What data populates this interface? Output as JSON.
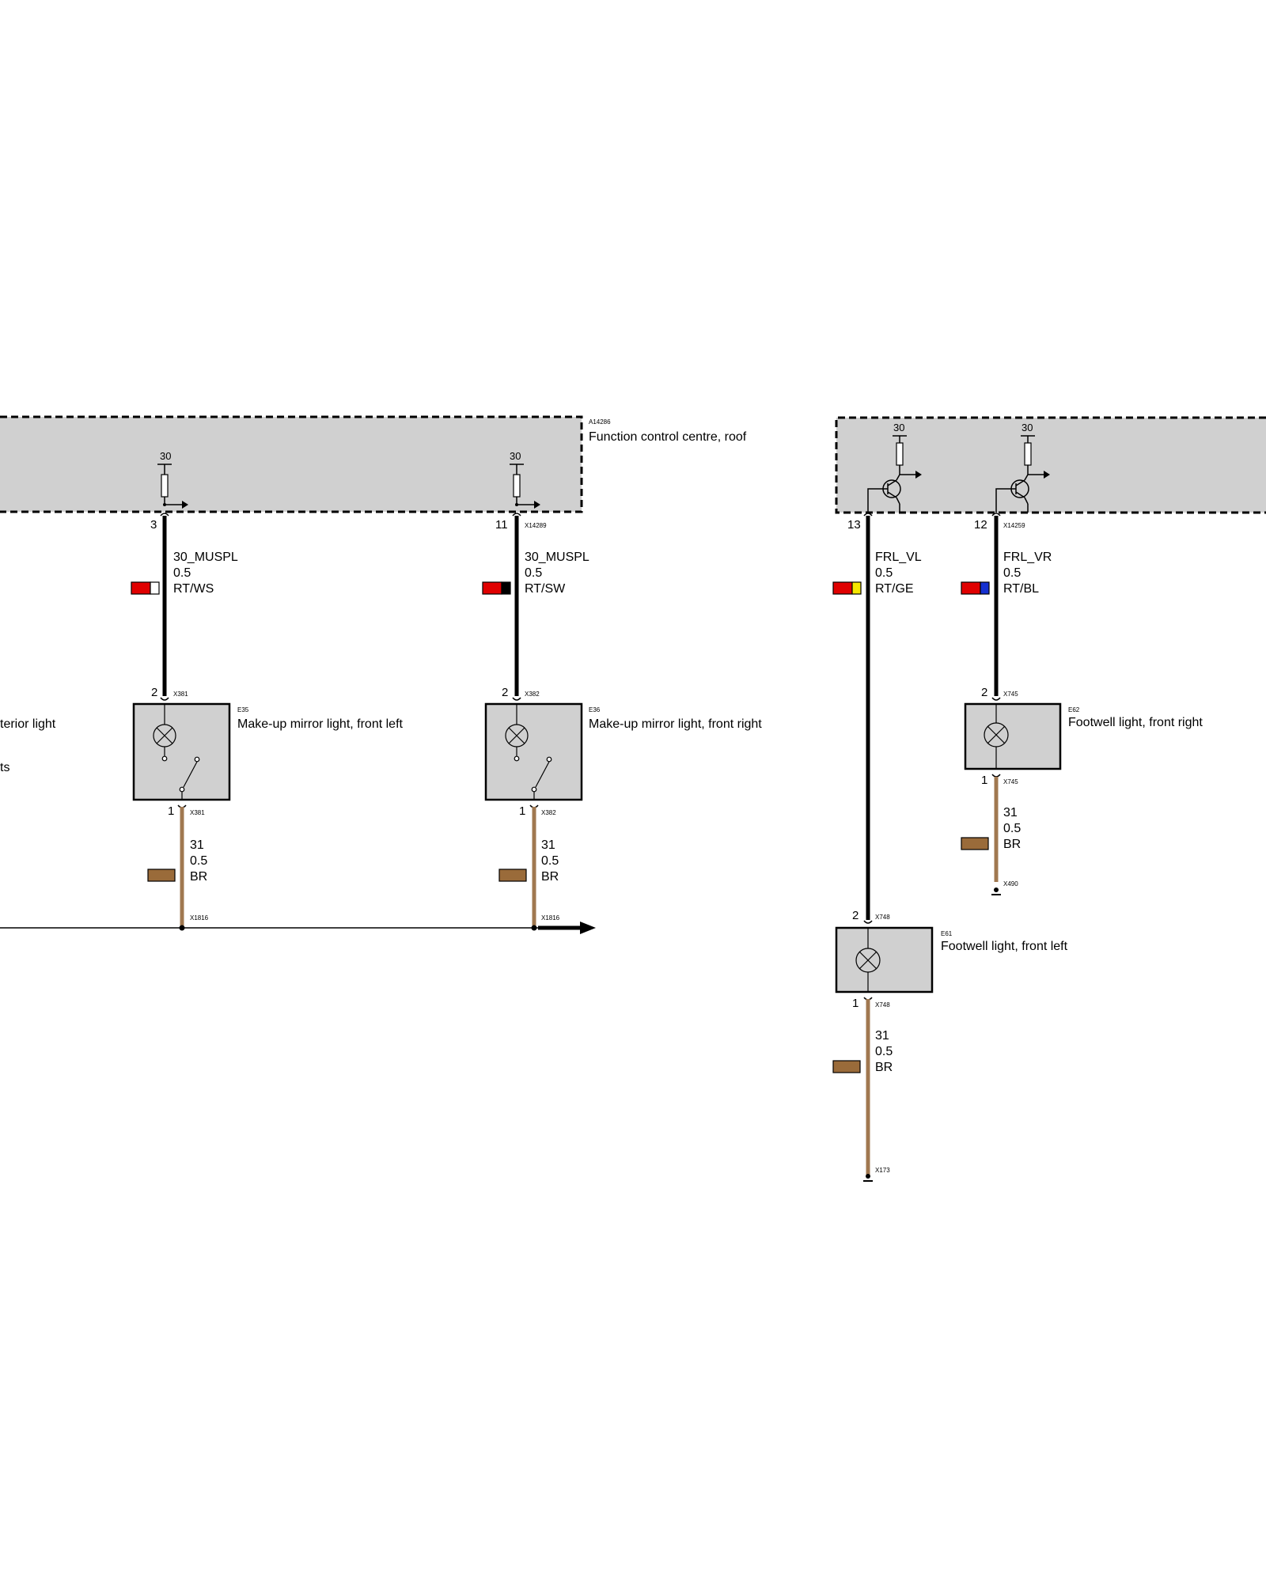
{
  "module_left": {
    "id": "A14286",
    "title": "Function control centre, roof",
    "supply_a": "30",
    "supply_b": "30"
  },
  "module_right": {
    "supply_a": "30",
    "supply_b": "30"
  },
  "partial_labels": {
    "interior": "terior light",
    "lights": "ts"
  },
  "wires": {
    "w1": {
      "pin_top": "3",
      "conn_top": "",
      "signal": "30_MUSPL",
      "gauge": "0.5",
      "color_code": "RT/WS",
      "swatch": [
        "#e00000",
        "#ffffff"
      ]
    },
    "w2": {
      "pin_top": "11",
      "conn_top": "X14289",
      "signal": "30_MUSPL",
      "gauge": "0.5",
      "color_code": "RT/SW",
      "swatch": [
        "#e00000",
        "#000000"
      ]
    },
    "w3": {
      "pin_top": "13",
      "conn_top": "",
      "signal": "FRL_VL",
      "gauge": "0.5",
      "color_code": "RT/GE",
      "swatch": [
        "#e00000",
        "#f5e600"
      ]
    },
    "w4": {
      "pin_top": "12",
      "conn_top": "X14259",
      "signal": "FRL_VR",
      "gauge": "0.5",
      "color_code": "RT/BL",
      "swatch": [
        "#e00000",
        "#1530d0"
      ]
    }
  },
  "components": {
    "e35": {
      "id": "E35",
      "name": "Make-up mirror light, front left",
      "pin_in": "2",
      "conn_in": "X381",
      "pin_out": "1",
      "conn_out": "X381"
    },
    "e36": {
      "id": "E36",
      "name": "Make-up mirror light, front right",
      "pin_in": "2",
      "conn_in": "X382",
      "pin_out": "1",
      "conn_out": "X382"
    },
    "e62": {
      "id": "E62",
      "name": "Footwell light, front right",
      "pin_in": "2",
      "conn_in": "X745",
      "pin_out": "1",
      "conn_out": "X745"
    },
    "e61": {
      "id": "E61",
      "name": "Footwell light, front left",
      "pin_in": "2",
      "conn_in": "X748",
      "pin_out": "1",
      "conn_out": "X748"
    }
  },
  "ground_wires": {
    "g1": {
      "signal": "31",
      "gauge": "0.5",
      "color_code": "BR",
      "swatch": "#9a6b3a",
      "splice": "X1816"
    },
    "g2": {
      "signal": "31",
      "gauge": "0.5",
      "color_code": "BR",
      "swatch": "#9a6b3a",
      "splice": "X1816"
    },
    "g3": {
      "signal": "31",
      "gauge": "0.5",
      "color_code": "BR",
      "swatch": "#9a6b3a",
      "ground": "X490"
    },
    "g4": {
      "signal": "31",
      "gauge": "0.5",
      "color_code": "BR",
      "swatch": "#9a6b3a",
      "ground": "X173"
    }
  },
  "colors": {
    "module_fill": "#d0d0d0",
    "component_fill": "#d0d0d0",
    "wire_brown": "#a07850",
    "wire_black": "#000000"
  }
}
